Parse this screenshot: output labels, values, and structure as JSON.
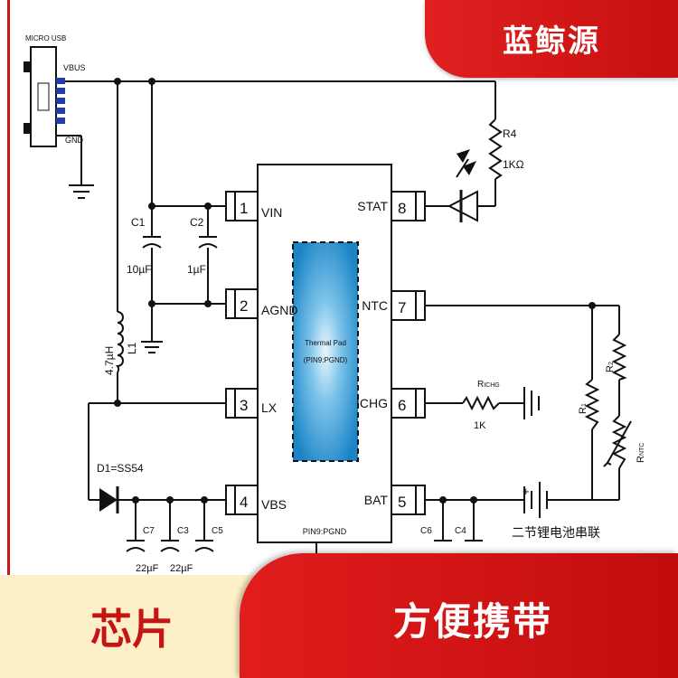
{
  "brand": {
    "name": "蓝鲸源"
  },
  "banner": {
    "left_text": "芯片",
    "right_text": "方便携带"
  },
  "usb": {
    "title": "MICRO USB",
    "vbus": "VBUS",
    "gnd": "GND"
  },
  "chip": {
    "pins_left": [
      {
        "num": "1",
        "name": "VIN"
      },
      {
        "num": "2",
        "name": "AGND"
      },
      {
        "num": "3",
        "name": "LX"
      },
      {
        "num": "4",
        "name": "VBS"
      }
    ],
    "pins_right": [
      {
        "num": "8",
        "name": "STAT"
      },
      {
        "num": "7",
        "name": "NTC"
      },
      {
        "num": "6",
        "name": "ICHG"
      },
      {
        "num": "5",
        "name": "BAT"
      }
    ],
    "pad_line1": "Thermal Pad",
    "pad_line2": "(PIN9:PGND)",
    "bottom_label": "PIN9:PGND"
  },
  "components": {
    "r4_name": "R4",
    "r4_value": "1KΩ",
    "c1_name": "C1",
    "c1_value": "10µF",
    "c2_name": "C2",
    "c2_value": "1µF",
    "l1_value": "4.7µH",
    "l1_name": "L1",
    "d1_label": "D1=SS54",
    "c7": "C7",
    "c3": "C3",
    "c5": "C5",
    "c6": "C6",
    "c4": "C4",
    "cap_val_a": "22µF",
    "cap_val_b": "22µF",
    "richg_main": "R",
    "richg_sub": "ICHG",
    "richg_value": "1K",
    "rntc_main": "R",
    "rntc_sub": "NTC",
    "r1_main": "R",
    "r1_sub": "1",
    "r2_main": "R",
    "r2_sub": "2",
    "battery_plus": "+",
    "battery_label": "二节锂电池串联"
  }
}
